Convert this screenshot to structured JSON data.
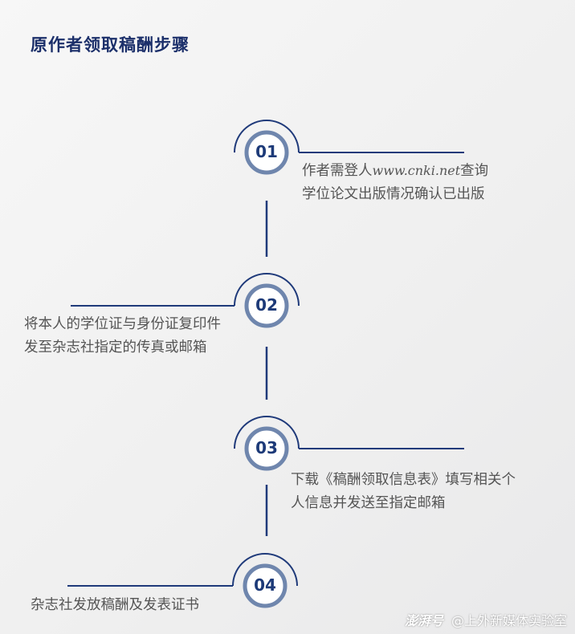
{
  "title": "原作者领取稿酬步骤",
  "colors": {
    "navy": "#1f3a7a",
    "ring": "#6f86ad",
    "text": "#555555"
  },
  "steps": [
    {
      "num": "01",
      "line1_pre": "作者需登人",
      "line1_url": "www.cnki.net",
      "line1_post": "查询",
      "line2": "学位论文出版情况确认已出版"
    },
    {
      "num": "02",
      "line1": "将本人的学位证与身份证复印件",
      "line2": "发至杂志社指定的传真或邮箱"
    },
    {
      "num": "03",
      "line1": "下载《稿酬领取信息表》填写相关个",
      "line2": "人信息并发送至指定邮箱"
    },
    {
      "num": "04",
      "line1": "杂志社发放稿酬及发表证书"
    }
  ],
  "watermark": {
    "brand": "澎湃号",
    "account": "@上外新媒体实验室"
  }
}
